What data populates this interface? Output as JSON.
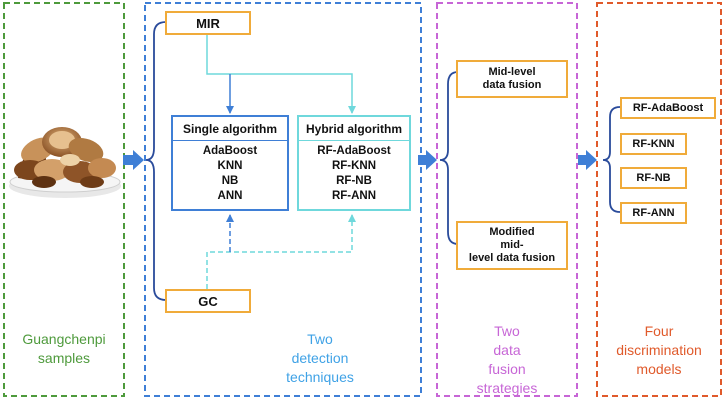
{
  "panels": {
    "samples_label": "Guangchenpi\nsamples",
    "detection_label": "Two\ndetection\ntechniques",
    "fusion_label": "Two\ndata\nfusion\nstrategies",
    "models_label": "Four\ndiscrimination\nmodels"
  },
  "detection": {
    "mir": "MIR",
    "gc": "GC",
    "single": {
      "title": "Single algorithm",
      "items": [
        "AdaBoost",
        "KNN",
        "NB",
        "ANN"
      ]
    },
    "hybrid": {
      "title": "Hybrid algorithm",
      "items": [
        "RF-AdaBoost",
        "RF-KNN",
        "RF-NB",
        "RF-ANN"
      ]
    }
  },
  "fusion": {
    "mid": "Mid-level\ndata fusion",
    "modified": "Modified\nmid-\nlevel data fusion"
  },
  "models": [
    "RF-AdaBoost",
    "RF-KNN",
    "RF-NB",
    "RF-ANN"
  ],
  "colors": {
    "green": "#4e9a3c",
    "blue": "#3f7fd6",
    "cyan": "#6fd8dc",
    "purple": "#c766d6",
    "red": "#e05a2b",
    "orange": "#f0ab3a",
    "navy": "#2a4b9b"
  },
  "sample_image": "dried-citrus-peel-photo"
}
